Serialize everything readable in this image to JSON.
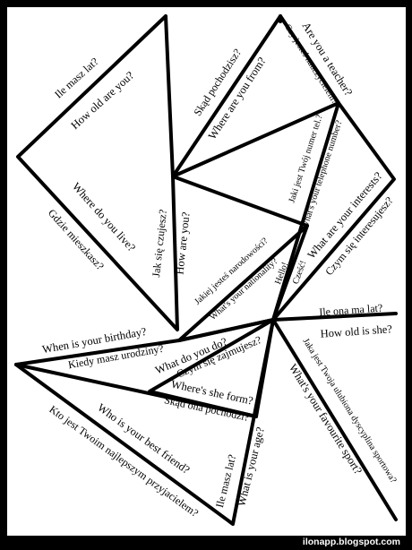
{
  "colors": {
    "frame": "#000000",
    "paper": "#ffffff",
    "lines": "#000000",
    "text": "#000000",
    "credit": "#ffffff"
  },
  "credit": "ilonapp.blogspot.com",
  "phrases": {
    "ile_masz_lat_top": "Ile masz lat?",
    "how_old_are_you": "How old are you?",
    "where_do_you_live": "Where do you live?",
    "gdzie_mieszkasz": "Gdzie mieszkasz?",
    "skad_pochodzisz": "Skąd pochodzisz?",
    "where_are_you_from": "Where are you from?",
    "are_you_a_teacher": "Are you a teacher?",
    "czy_jestes_nauczycielem": "Czy jesteś nauczycielem?",
    "jak_sie_czujesz": "Jak się czujesz?",
    "how_are_you": "How are you?",
    "jaki_jest_twoj_numer": "Jaki jest Twój numer tel.?",
    "whats_your_telephone": "What's your telephone number?",
    "what_are_your_interests": "What are your interests?",
    "czym_sie_interesujesz": "Czym się interesujesz?",
    "jakiej_narodowosci": "Jakiej jesteś narodowości?",
    "whats_your_nationality": "What's your nationality?",
    "hello": "Hello!",
    "czesc": "Cześć!",
    "ile_ona_ma_lat": "Ile ona ma lat?",
    "how_old_is_she": "How old is she?",
    "when_is_your_birthday": "When is your birthday?",
    "kiedy_masz_urodziny": "Kiedy masz urodziny?",
    "what_do_you_do": "What do you do?",
    "czym_sie_zajmujesz": "Czym się zajmujesz?",
    "wheres_she_form": "Where's she form?",
    "skad_ona_pochodzi": "Skąd ona pochodzi?",
    "jaka_jest_ulubiona": "Jaka jest Twoja ulubiona dyscyplina sportowa?",
    "whats_your_favourite_sport": "What's your favourite sport?",
    "who_is_your_best_friend": "Who is your best friend?",
    "kto_jest_przyjacielem": "Kto jest Twoim najlepszym przyjacielem?",
    "ile_masz_lat_bottom": "Ile masz lat?",
    "what_is_your_age": "What is your age?"
  }
}
